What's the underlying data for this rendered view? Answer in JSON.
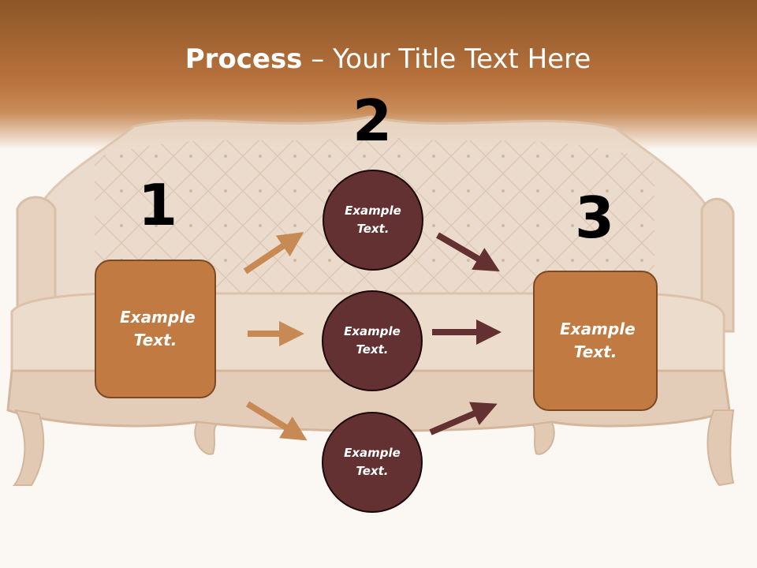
{
  "slide": {
    "title_bold": "Process",
    "title_rest": " – Your Title Text Here",
    "colors": {
      "header_band": "#b9733e",
      "box_fill": "#c07a42",
      "circle_fill": "#633131",
      "arrow_light": "#c78a55",
      "arrow_dark": "#633131",
      "background": "#fbf7f3"
    }
  },
  "steps": [
    {
      "number": "1",
      "text": "Example Text."
    },
    {
      "number": "2",
      "text": ""
    },
    {
      "number": "3",
      "text": "Example Text."
    }
  ],
  "circles": [
    {
      "text": "Example Text."
    },
    {
      "text": "Example Text."
    },
    {
      "text": "Example Text."
    }
  ],
  "background_image": "tufted-leather-sofa-illustration"
}
